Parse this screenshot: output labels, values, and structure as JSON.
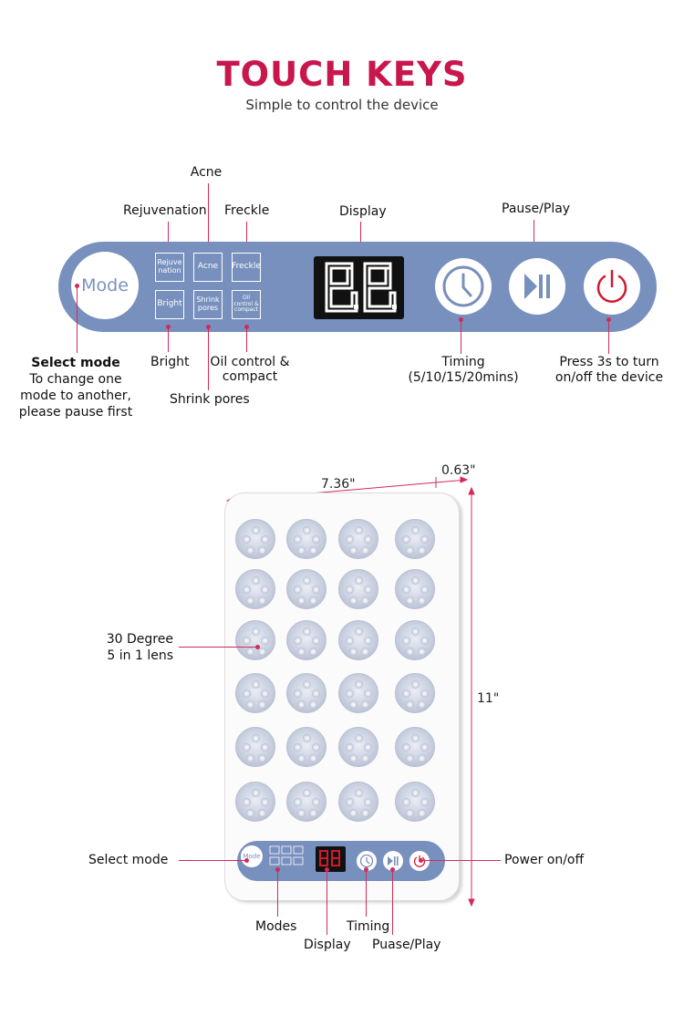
{
  "header": {
    "title": "TOUCH KEYS",
    "subtitle": "Simple to control the device"
  },
  "panel": {
    "mode_button": "Mode",
    "keys": [
      "Rejuve nation",
      "Acne",
      "Freckle",
      "Bright",
      "Shrink pores",
      "Oil control & compact"
    ],
    "display_value": "8.8."
  },
  "top_labels": {
    "acne": "Acne",
    "rejuvenation": "Rejuvenation",
    "freckle": "Freckle",
    "display": "Display",
    "pause_play": "Pause/Play"
  },
  "bottom_labels": {
    "select_mode_title": "Select mode",
    "select_mode_desc": [
      "To change one",
      "mode to another,",
      "please pause first"
    ],
    "bright": "Bright",
    "oil_control": [
      "Oil control &",
      "compact"
    ],
    "shrink_pores": "Shrink pores",
    "timing": [
      "Timing",
      "(5/10/15/20mins)"
    ],
    "power": [
      "Press 3s to turn",
      "on/off the device"
    ]
  },
  "dimensions": {
    "width": "7.36\"",
    "depth": "0.63\"",
    "height": "11\""
  },
  "device_labels": {
    "lens": [
      "30 Degree",
      "5 in 1 lens"
    ],
    "select_mode": "Select mode",
    "power": "Power on/off",
    "modes": "Modes",
    "display": "Display",
    "timing": "Timing",
    "pause_play": "Puase/Play",
    "mini_mode": "Mode"
  },
  "colors": {
    "accent": "#c8174c",
    "panel": "#7890bd",
    "power": "#d0192e"
  }
}
